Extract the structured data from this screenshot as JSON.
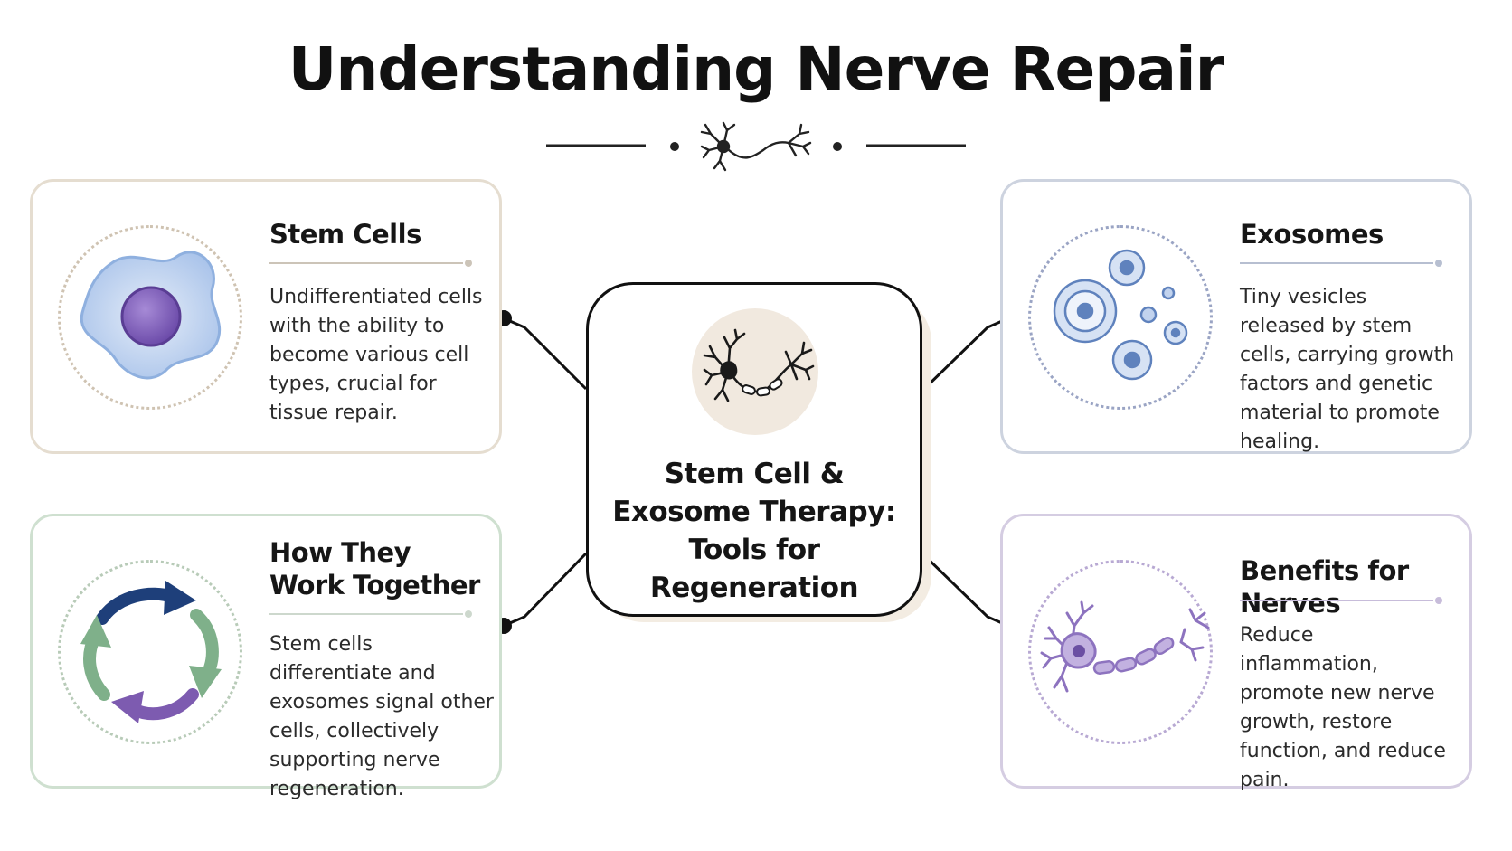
{
  "title": "Understanding Nerve Repair",
  "center": {
    "line1": "Stem Cell &",
    "line2": "Exosome Therapy:",
    "line3": "Tools for Regeneration",
    "icon": "neuron-icon"
  },
  "cards": {
    "stem": {
      "title": "Stem Cells",
      "description": "Undifferentiated cells with the ability to become various cell types, crucial for tissue repair.",
      "icon": "stem-cell-icon",
      "color": "#b8c9e8"
    },
    "exosomes": {
      "title": "Exosomes",
      "description": "Tiny vesicles released by stem cells, carrying growth factors and genetic material to promote healing.",
      "icon": "exosome-vesicles-icon",
      "color": "#6d8fc4"
    },
    "together": {
      "title_line1": "How They",
      "title_line2": "Work Together",
      "description": "Stem cells differentiate and exosomes signal other cells, collectively supporting nerve regeneration.",
      "icon": "cycle-arrows-icon",
      "colors": [
        "#1e3f7a",
        "#7fb08a",
        "#7d5bb0"
      ]
    },
    "benefits": {
      "title": "Benefits for Nerves",
      "description": "Reduce inflammation, promote new nerve growth, restore function, and reduce pain.",
      "icon": "purple-neuron-icon",
      "color": "#9b84c6"
    }
  }
}
